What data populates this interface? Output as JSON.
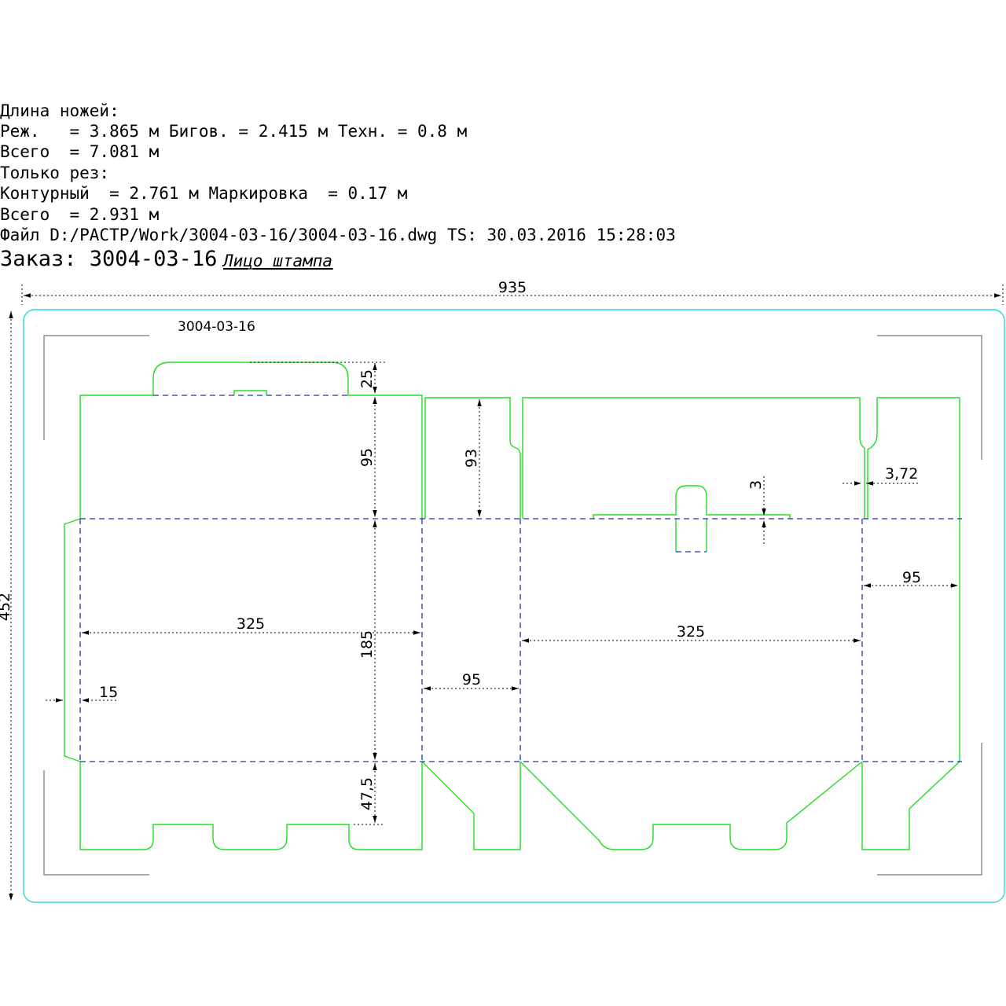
{
  "header": {
    "lines": [
      "Длина ножей:",
      "Реж.   = 3.865 м Бигов. = 2.415 м Техн. = 0.8 м",
      "Всего  = 7.081 м",
      "Только рез:",
      "Контурный  = 2.761 м Маркировка  = 0.17 м",
      "Всего  = 2.931 м",
      "Файл D:/PACTP/Work/3004-03-16/3004-03-16.dwg TS: 30.03.2016 15:28:03"
    ],
    "order_label": "Заказ: 3004-03-16",
    "face_label": "Лицо штампа"
  },
  "drawing": {
    "stamp_label": "3004-03-16",
    "overall_width": "935",
    "overall_height": "452",
    "dimensions": {
      "tab_height": "25",
      "front_upper": "95",
      "side_upper": "93",
      "middle_height": "185",
      "bottom_flap": "47,5",
      "glue_flap": "15",
      "front_width": "325",
      "side_width": "95",
      "back_width": "325",
      "end_width": "95",
      "slot_depth": "3",
      "gap": "3,72"
    }
  },
  "colors": {
    "cut_line": "#22dd22",
    "crease_line": "#2233aa",
    "sheet_border": "#33d6d6",
    "corner_marks": "#777777"
  }
}
